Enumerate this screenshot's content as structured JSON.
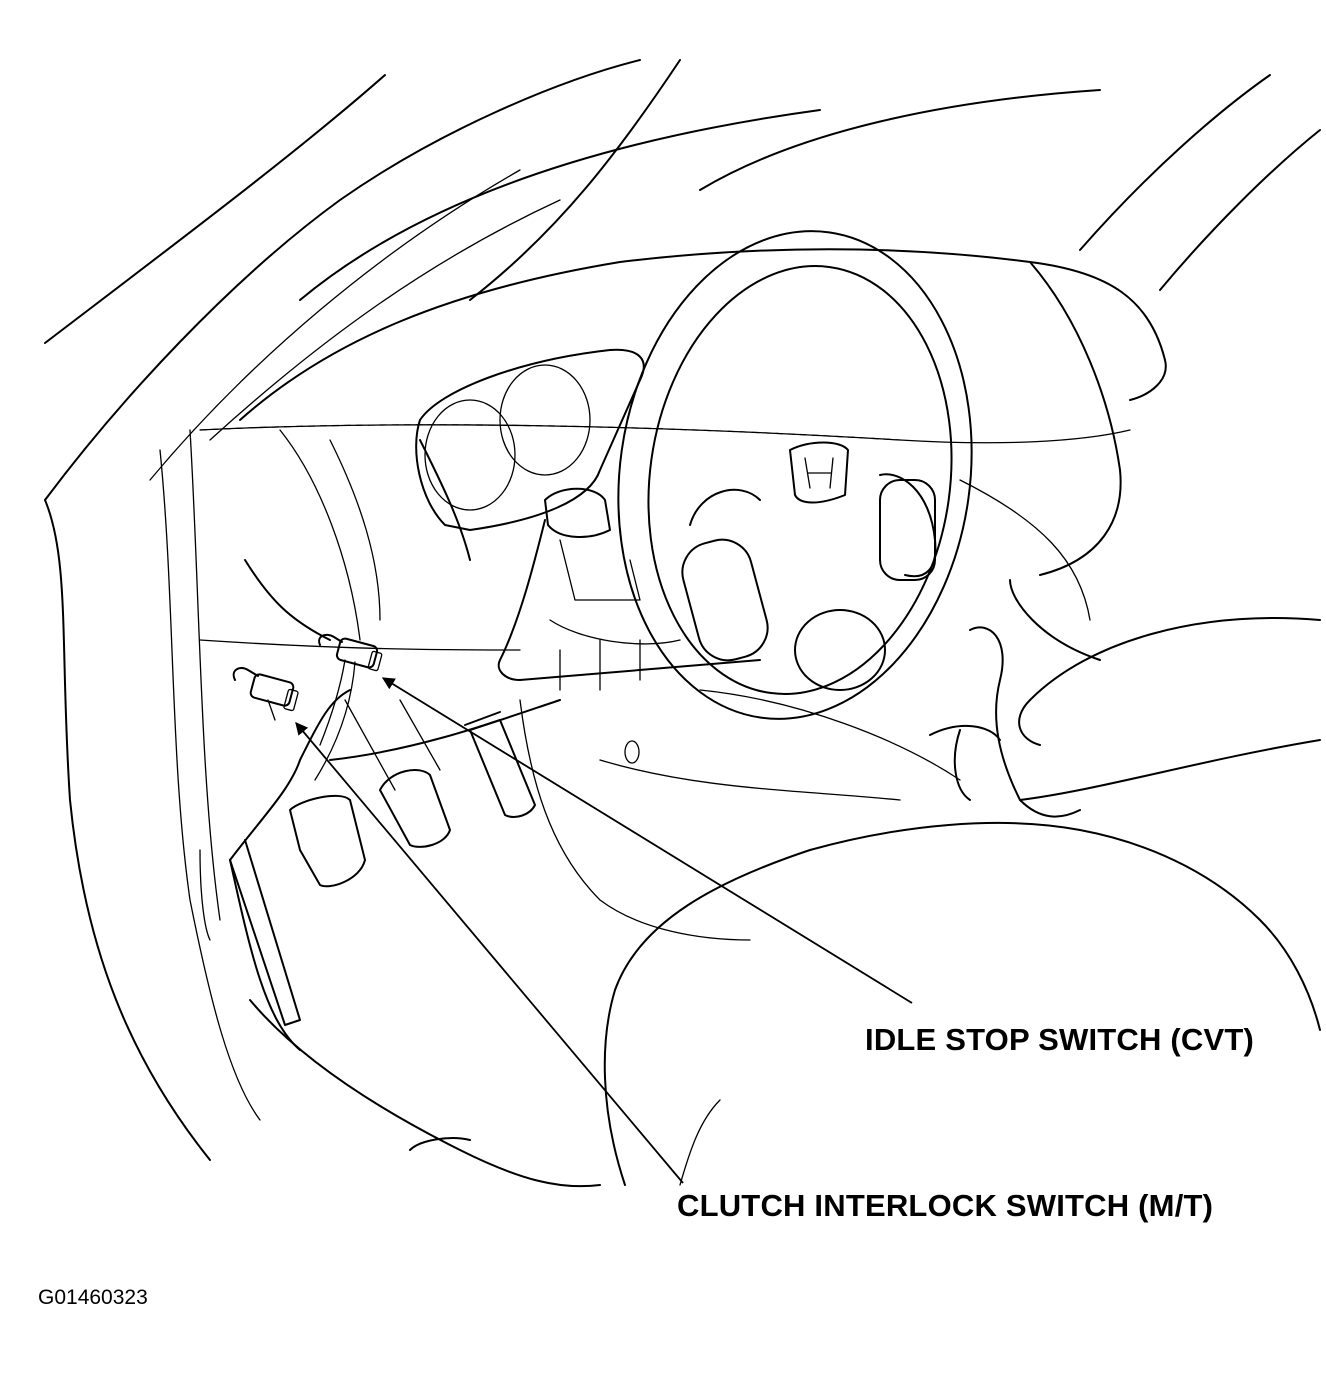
{
  "labels": {
    "idle_stop_switch": "IDLE STOP SWITCH (CVT)",
    "clutch_interlock_switch": "CLUTCH INTERLOCK SWITCH (M/T)"
  },
  "figure_id": "G01460323"
}
